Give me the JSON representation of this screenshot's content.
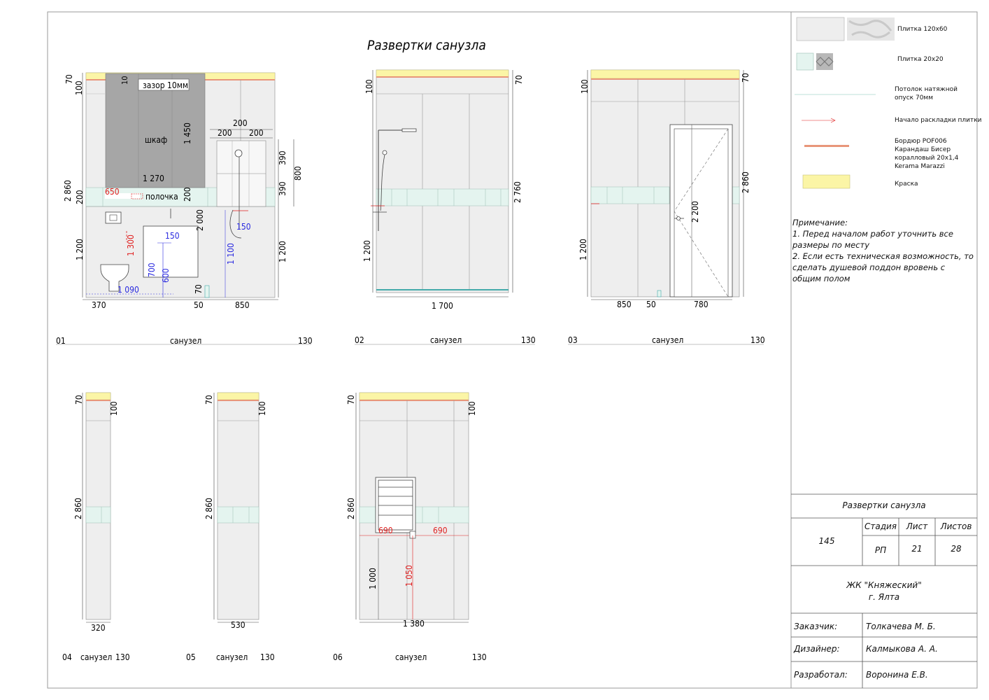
{
  "title": "Развертки санузла",
  "legend": [
    {
      "label": "Плитка 120х60"
    },
    {
      "label": "Плитка 20х20"
    },
    {
      "label": "Потолок натяжной опуск 70мм"
    },
    {
      "label": "Начало раскладки плитки"
    },
    {
      "label": "Бордюр POF006 Карандаш Бисер коралловый 20х1,4 Kerama Marazzi"
    },
    {
      "label": "Краска"
    }
  ],
  "notes": {
    "heading": "Примечание:",
    "items": [
      "1. Перед началом работ уточнить все размеры по месту",
      "2. Если есть техническая возможность, то сделать душевой поддон вровень с общим полом"
    ]
  },
  "colors": {
    "tile_large": "#eeeeee",
    "tile_small": "#e4f4ef",
    "paint": "#fbf5a6",
    "border_strip": "#e8967a",
    "wardrobe": "#a6a6a6",
    "red_dim": "#e02020",
    "blue_dim": "#2a2ae0"
  },
  "views": [
    {
      "num": "01",
      "room": "санузел",
      "height": "130",
      "labels": {
        "gap": "зазор 10мм",
        "cabinet": "шкаф",
        "shelf": "полочка",
        "d10": "10",
        "d1450": "1 450",
        "d1270": "1 270",
        "d650": "650",
        "d200a": "200",
        "d200b": "200",
        "d200c": "200",
        "d200d": "200",
        "d200e": "200",
        "d390a": "390",
        "d390b": "390",
        "d800": "800",
        "d2000": "2 000",
        "d1300": "1 300",
        "d150a": "150",
        "d150b": "150",
        "d700": "700",
        "d600": "600",
        "d1100": "1 100",
        "d1090": "1 090",
        "d70a": "70",
        "d70b": "70",
        "d100": "100",
        "d2860": "2 860",
        "d1200a": "1 200",
        "d1200b": "1 200",
        "d370": "370",
        "d50": "50",
        "d850": "850"
      }
    },
    {
      "num": "02",
      "room": "санузел",
      "height": "130",
      "labels": {
        "d100": "100",
        "d70": "70",
        "d2760": "2 760",
        "d1200": "1 200",
        "d1700": "1 700"
      }
    },
    {
      "num": "03",
      "room": "санузел",
      "height": "130",
      "labels": {
        "d100": "100",
        "d70": "70",
        "d2860": "2 860",
        "d2200": "2 200",
        "d1200": "1 200",
        "d850": "850",
        "d50": "50",
        "d780": "780"
      }
    },
    {
      "num": "04",
      "room": "санузел",
      "height": "130",
      "labels": {
        "d70": "70",
        "d100": "100",
        "d2860": "2 860",
        "d320": "320"
      }
    },
    {
      "num": "05",
      "room": "санузел",
      "height": "130",
      "labels": {
        "d70": "70",
        "d100": "100",
        "d2860": "2 860",
        "d530": "530"
      }
    },
    {
      "num": "06",
      "room": "санузел",
      "height": "130",
      "labels": {
        "d70": "70",
        "d100": "100",
        "d2860": "2 860",
        "d690a": "690",
        "d690b": "690",
        "d1000": "1 000",
        "d1050": "1 050",
        "d1380": "1 380"
      }
    }
  ],
  "stamp": {
    "sheet_title": "Развертки санузла",
    "code": "145",
    "stage_label": "Стадия",
    "sheet_label": "Лист",
    "sheets_label": "Листов",
    "stage": "РП",
    "sheet": "21",
    "sheets": "28",
    "project_line1": "ЖК \"Княжеский\"",
    "project_line2": "г. Ялта",
    "customer_label": "Заказчик:",
    "customer": "Толкачева М. Б.",
    "designer_label": "Дизайнер:",
    "designer": "Калмыкова А. А.",
    "developer_label": "Разработал:",
    "developer": "Воронина Е.В."
  }
}
